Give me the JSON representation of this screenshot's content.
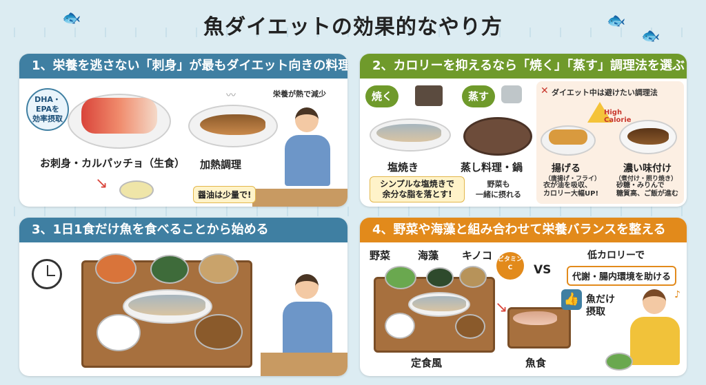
{
  "title": "魚ダイエットの効果的なやり方",
  "panel1": {
    "heading": "1、栄養を逃さない「刺身」が最もダイエット向きの料理",
    "dha_badge": "DHA・\nEPAを\n効率摂取",
    "sashimi_label": "お刺身・カルパッチョ（生食）",
    "cooked_label": "加熱調理",
    "loss_note": "栄養が熱で減少",
    "soy_note": "醤油は少量で!"
  },
  "panel2": {
    "heading": "2、カロリーを抑えるなら「焼く」「蒸す」調理法を選ぶ",
    "grill_tag": "焼く",
    "steam_tag": "蒸す",
    "grill_label": "塩焼き",
    "steam_label": "蒸し料理・鍋",
    "grill_note": "シンプルな塩焼きで\n余分な脂を落とす!",
    "steam_note": "野菜も\n一緒に摂れる",
    "avoid_title": "ダイエット中は避けたい調理法",
    "high_calorie": "High\nCalorie",
    "fry_label": "揚げる",
    "fry_sub": "（唐揚げ・フライ）",
    "fry_note": "衣が油を吸収、\nカロリー大幅UP!",
    "rich_label": "濃い味付け",
    "rich_sub": "（煮付け・照り焼き）",
    "rich_note": "砂糖・みりんで\n糖質高、ご飯が進む"
  },
  "panel3": {
    "heading": "3、1日1食だけ魚を食べることから始める"
  },
  "panel4": {
    "heading": "4、野菜や海藻と組み合わせて栄養バランスを整える",
    "veg_label": "野菜",
    "seaweed_label": "海藻",
    "mushroom_label": "キノコ",
    "vitamin_badge": "ビタミン\nC",
    "vs": "VS",
    "benefit_title": "低カロリーで",
    "benefit_box": "代謝・腸内環境を助ける",
    "fish_only": "魚だけ\n摂取",
    "set_meal_label": "定食風",
    "fish_meal_label": "魚食"
  },
  "colors": {
    "blue_head": "#3f7fa2",
    "green_head": "#6f9a2b",
    "orange_head": "#e28a1b",
    "warn_red": "#c8372d"
  }
}
